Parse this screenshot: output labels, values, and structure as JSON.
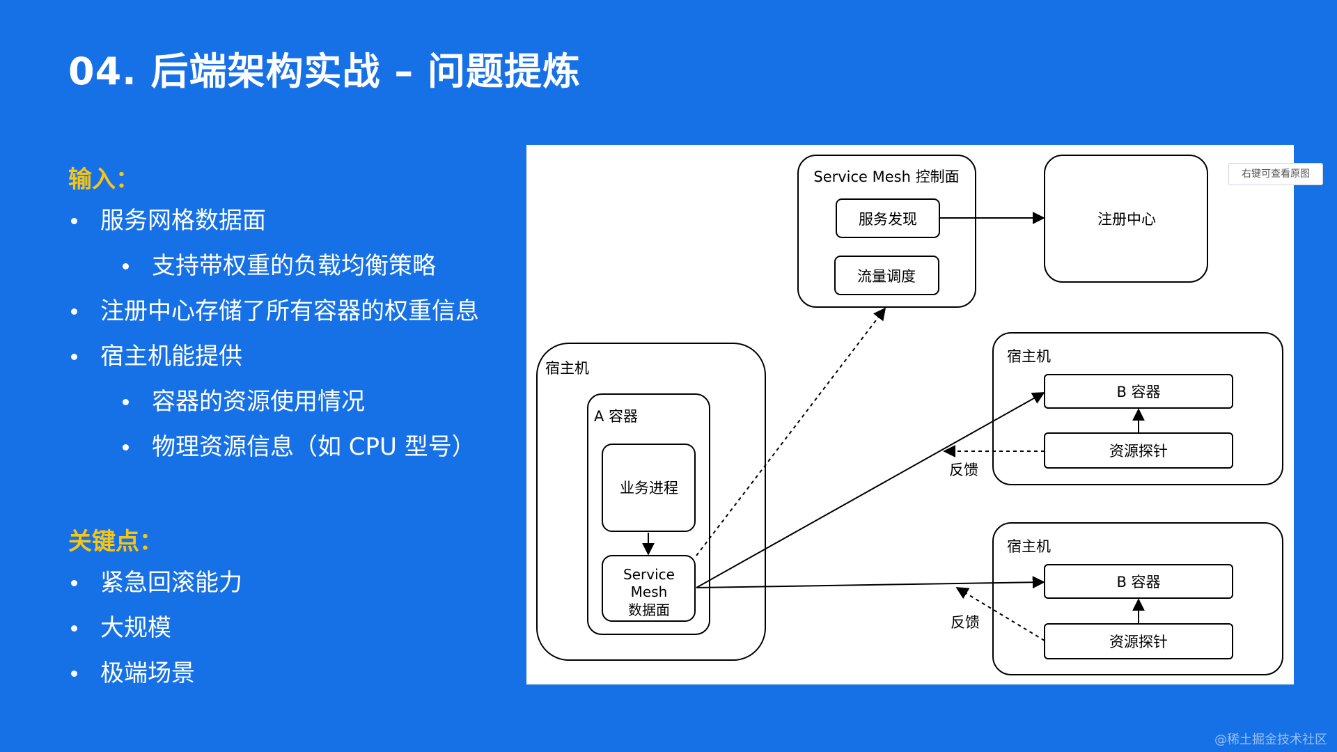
{
  "slide": {
    "title": "04.  后端架构实战 – 问题提炼",
    "colors": {
      "background": "#1670e6",
      "section_heading": "#f5c518",
      "text": "#ffffff"
    }
  },
  "inputs": {
    "heading": "输入：",
    "items": [
      {
        "text": "服务网格数据面",
        "level": 1
      },
      {
        "text": "支持带权重的负载均衡策略",
        "level": 2
      },
      {
        "text": "注册中心存储了所有容器的权重信息",
        "level": 1
      },
      {
        "text": "宿主机能提供",
        "level": 1
      },
      {
        "text": "容器的资源使用情况",
        "level": 2
      },
      {
        "text": "物理资源信息（如 CPU 型号）",
        "level": 2
      }
    ]
  },
  "key_points": {
    "heading": "关键点：",
    "items": [
      {
        "text": "紧急回滚能力"
      },
      {
        "text": "大规模"
      },
      {
        "text": "极端场景"
      }
    ]
  },
  "diagram": {
    "control_plane": {
      "title": "Service Mesh 控制面",
      "service_discovery": "服务发现",
      "traffic_scheduling": "流量调度"
    },
    "registry": "注册中心",
    "host_a": {
      "label": "宿主机",
      "container": "A 容器",
      "business_process": "业务进程",
      "data_plane_lines": [
        "Service",
        "Mesh",
        "数据面"
      ]
    },
    "host_b1": {
      "label": "宿主机",
      "container": "B 容器",
      "probe": "资源探针",
      "feedback": "反馈"
    },
    "host_b2": {
      "label": "宿主机",
      "container": "B 容器",
      "probe": "资源探针",
      "feedback": "反馈"
    }
  },
  "overlay": {
    "view_original": "右键可查看原图",
    "credit": "@稀土掘金技术社区"
  }
}
